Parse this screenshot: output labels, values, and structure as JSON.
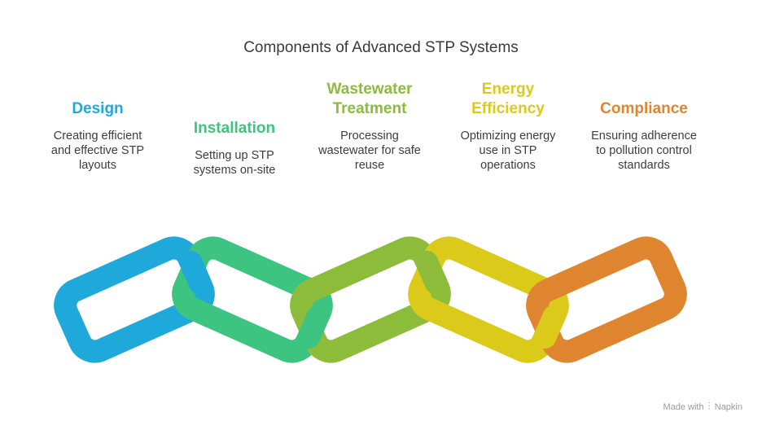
{
  "title": "Components of Advanced STP Systems",
  "stages": [
    {
      "title": "Design",
      "description": "Creating efficient\nand effective STP\nlayouts",
      "color": "#1fa9db"
    },
    {
      "title": "Installation",
      "description": "Setting up STP\nsystems on-site",
      "color": "#3dc481"
    },
    {
      "title": "Wastewater\nTreatment",
      "description": "Processing\nwastewater for safe\nreuse",
      "color": "#8dbb3a"
    },
    {
      "title": "Energy\nEfficiency",
      "description": "Optimizing energy\nuse in STP\noperations",
      "color": "#dcca1a"
    },
    {
      "title": "Compliance",
      "description": "Ensuring adherence\nto pollution control\nstandards",
      "color": "#e0852f"
    }
  ],
  "watermark": {
    "prefix": "Made with",
    "brand": "Napkin",
    "icon": "napkin-logo-icon"
  }
}
